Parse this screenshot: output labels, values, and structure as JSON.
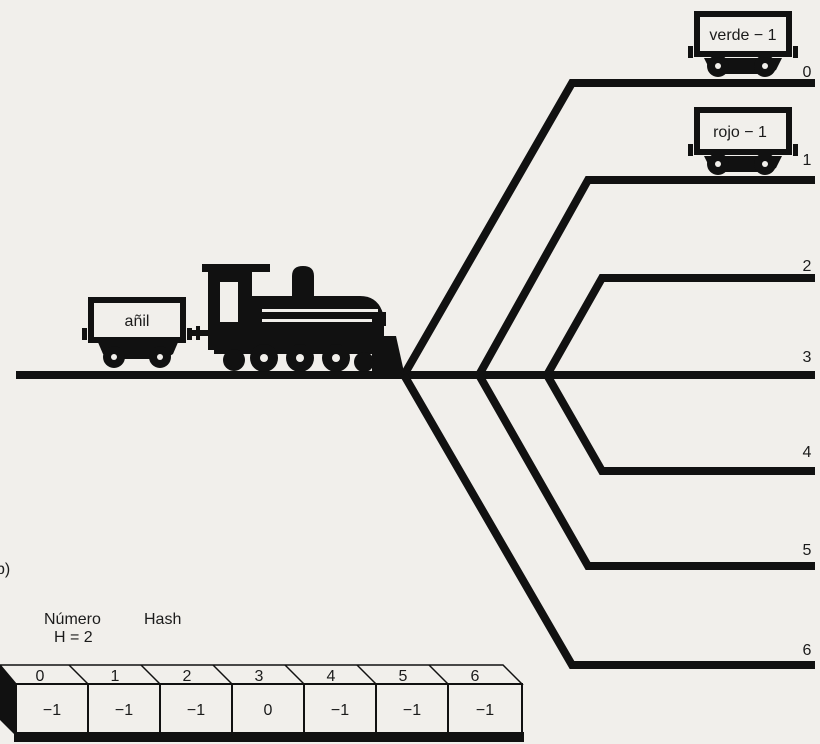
{
  "wagons": {
    "verde": "verde − 1",
    "rojo": "rojo − 1",
    "anil": "añil"
  },
  "track_numbers": [
    "0",
    "1",
    "2",
    "3",
    "4",
    "5",
    "6"
  ],
  "corner_mark": "b)",
  "hash": {
    "label_numero": "Número",
    "label_hash": "Hash",
    "label_h": "H = 2"
  },
  "table": {
    "indices": [
      "0",
      "1",
      "2",
      "3",
      "4",
      "5",
      "6"
    ],
    "values": [
      "−1",
      "−1",
      "−1",
      "0",
      "−1",
      "−1",
      "−1"
    ]
  }
}
